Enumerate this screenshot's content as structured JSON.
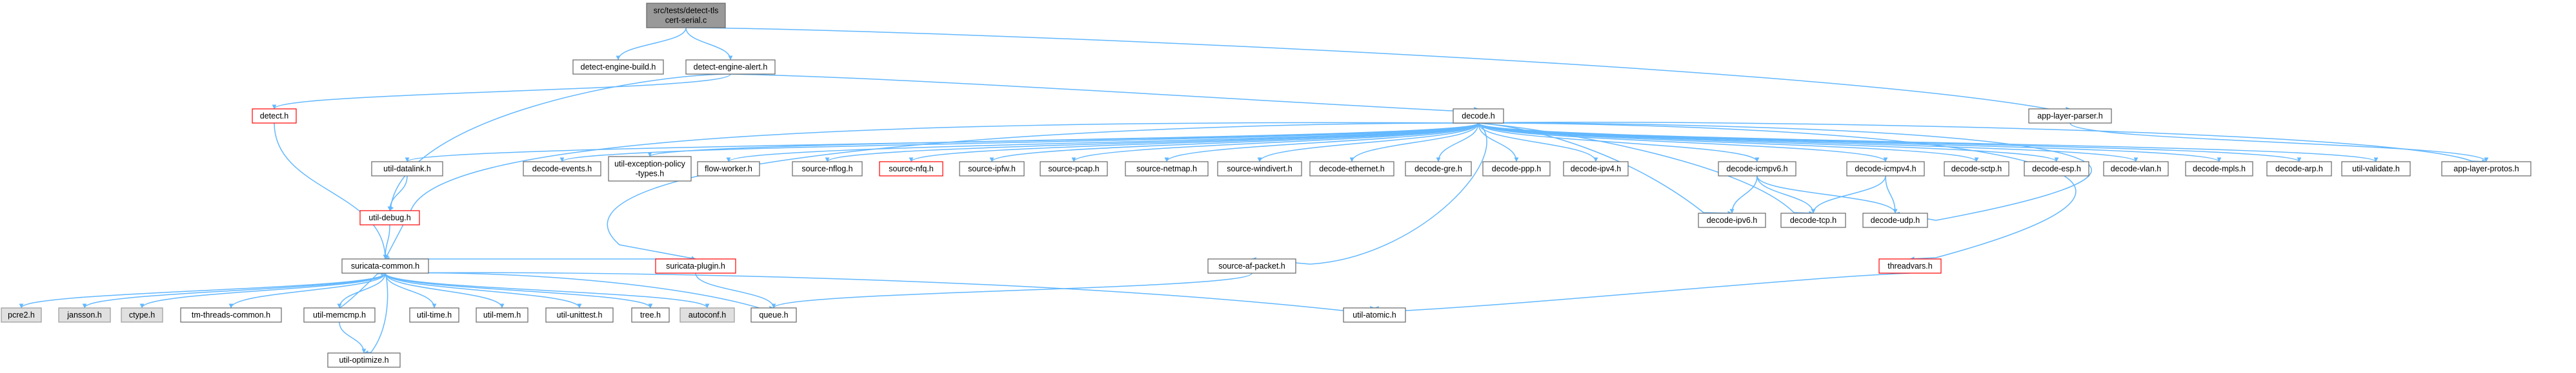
{
  "colors": {
    "edge": "#63b8ff",
    "node_border": "#666666",
    "node_fill": "#ffffff",
    "root_fill": "#999999",
    "external_fill": "#e0e0e0",
    "external_border": "#999999",
    "incomplete_border": "#ff0000"
  },
  "nodes": [
    {
      "id": "root",
      "label": [
        "src/tests/detect-tls",
        "cert-serial.c"
      ],
      "kind": "root"
    },
    {
      "id": "detect-engine-build",
      "label": [
        "detect-engine-build.h"
      ],
      "kind": "normal"
    },
    {
      "id": "detect-engine-alert",
      "label": [
        "detect-engine-alert.h"
      ],
      "kind": "normal"
    },
    {
      "id": "app-layer-parser",
      "label": [
        "app-layer-parser.h"
      ],
      "kind": "normal"
    },
    {
      "id": "detect",
      "label": [
        "detect.h"
      ],
      "kind": "incomplete"
    },
    {
      "id": "decode",
      "label": [
        "decode.h"
      ],
      "kind": "normal"
    },
    {
      "id": "util-datalink",
      "label": [
        "util-datalink.h"
      ],
      "kind": "normal"
    },
    {
      "id": "decode-events",
      "label": [
        "decode-events.h"
      ],
      "kind": "normal"
    },
    {
      "id": "util-exception-policy-types",
      "label": [
        "util-exception-policy",
        "-types.h"
      ],
      "kind": "normal"
    },
    {
      "id": "flow-worker",
      "label": [
        "flow-worker.h"
      ],
      "kind": "normal"
    },
    {
      "id": "source-nflog",
      "label": [
        "source-nflog.h"
      ],
      "kind": "normal"
    },
    {
      "id": "source-nfq",
      "label": [
        "source-nfq.h"
      ],
      "kind": "incomplete"
    },
    {
      "id": "source-ipfw",
      "label": [
        "source-ipfw.h"
      ],
      "kind": "normal"
    },
    {
      "id": "source-pcap",
      "label": [
        "source-pcap.h"
      ],
      "kind": "normal"
    },
    {
      "id": "source-netmap",
      "label": [
        "source-netmap.h"
      ],
      "kind": "normal"
    },
    {
      "id": "source-windivert",
      "label": [
        "source-windivert.h"
      ],
      "kind": "normal"
    },
    {
      "id": "decode-ethernet",
      "label": [
        "decode-ethernet.h"
      ],
      "kind": "normal"
    },
    {
      "id": "decode-gre",
      "label": [
        "decode-gre.h"
      ],
      "kind": "normal"
    },
    {
      "id": "decode-ppp",
      "label": [
        "decode-ppp.h"
      ],
      "kind": "normal"
    },
    {
      "id": "decode-ipv4",
      "label": [
        "decode-ipv4.h"
      ],
      "kind": "normal"
    },
    {
      "id": "decode-icmpv6",
      "label": [
        "decode-icmpv6.h"
      ],
      "kind": "normal"
    },
    {
      "id": "decode-icmpv4",
      "label": [
        "decode-icmpv4.h"
      ],
      "kind": "normal"
    },
    {
      "id": "decode-sctp",
      "label": [
        "decode-sctp.h"
      ],
      "kind": "normal"
    },
    {
      "id": "decode-esp",
      "label": [
        "decode-esp.h"
      ],
      "kind": "normal"
    },
    {
      "id": "decode-vlan",
      "label": [
        "decode-vlan.h"
      ],
      "kind": "normal"
    },
    {
      "id": "decode-mpls",
      "label": [
        "decode-mpls.h"
      ],
      "kind": "normal"
    },
    {
      "id": "decode-arp",
      "label": [
        "decode-arp.h"
      ],
      "kind": "normal"
    },
    {
      "id": "util-validate",
      "label": [
        "util-validate.h"
      ],
      "kind": "normal"
    },
    {
      "id": "app-layer-protos",
      "label": [
        "app-layer-protos.h"
      ],
      "kind": "normal"
    },
    {
      "id": "util-debug",
      "label": [
        "util-debug.h"
      ],
      "kind": "incomplete"
    },
    {
      "id": "decode-ipv6",
      "label": [
        "decode-ipv6.h"
      ],
      "kind": "normal"
    },
    {
      "id": "decode-tcp",
      "label": [
        "decode-tcp.h"
      ],
      "kind": "normal"
    },
    {
      "id": "decode-udp",
      "label": [
        "decode-udp.h"
      ],
      "kind": "normal"
    },
    {
      "id": "suricata-common",
      "label": [
        "suricata-common.h"
      ],
      "kind": "normal"
    },
    {
      "id": "suricata-plugin",
      "label": [
        "suricata-plugin.h"
      ],
      "kind": "incomplete"
    },
    {
      "id": "source-af-packet",
      "label": [
        "source-af-packet.h"
      ],
      "kind": "normal"
    },
    {
      "id": "threadvars",
      "label": [
        "threadvars.h"
      ],
      "kind": "incomplete"
    },
    {
      "id": "pcre2",
      "label": [
        "pcre2.h"
      ],
      "kind": "external"
    },
    {
      "id": "jansson",
      "label": [
        "jansson.h"
      ],
      "kind": "external"
    },
    {
      "id": "ctype",
      "label": [
        "ctype.h"
      ],
      "kind": "external"
    },
    {
      "id": "tm-threads-common",
      "label": [
        "tm-threads-common.h"
      ],
      "kind": "normal"
    },
    {
      "id": "util-memcmp",
      "label": [
        "util-memcmp.h"
      ],
      "kind": "normal"
    },
    {
      "id": "util-time",
      "label": [
        "util-time.h"
      ],
      "kind": "normal"
    },
    {
      "id": "util-mem",
      "label": [
        "util-mem.h"
      ],
      "kind": "normal"
    },
    {
      "id": "util-unittest",
      "label": [
        "util-unittest.h"
      ],
      "kind": "normal"
    },
    {
      "id": "tree",
      "label": [
        "tree.h"
      ],
      "kind": "normal"
    },
    {
      "id": "autoconf",
      "label": [
        "autoconf.h"
      ],
      "kind": "external"
    },
    {
      "id": "queue",
      "label": [
        "queue.h"
      ],
      "kind": "normal"
    },
    {
      "id": "util-atomic",
      "label": [
        "util-atomic.h"
      ],
      "kind": "normal"
    },
    {
      "id": "util-optimize",
      "label": [
        "util-optimize.h"
      ],
      "kind": "normal"
    }
  ],
  "edges": [
    [
      "root",
      "detect-engine-build"
    ],
    [
      "root",
      "detect-engine-alert"
    ],
    [
      "root",
      "app-layer-parser"
    ],
    [
      "detect-engine-alert",
      "detect"
    ],
    [
      "detect-engine-alert",
      "decode"
    ],
    [
      "detect-engine-alert",
      "util-debug"
    ],
    [
      "app-layer-parser",
      "app-layer-protos"
    ],
    [
      "detect",
      "suricata-common"
    ],
    [
      "decode",
      "util-datalink"
    ],
    [
      "decode",
      "decode-events"
    ],
    [
      "decode",
      "util-exception-policy-types"
    ],
    [
      "decode",
      "flow-worker"
    ],
    [
      "decode",
      "source-nflog"
    ],
    [
      "decode",
      "source-nfq"
    ],
    [
      "decode",
      "source-ipfw"
    ],
    [
      "decode",
      "source-pcap"
    ],
    [
      "decode",
      "source-netmap"
    ],
    [
      "decode",
      "source-windivert"
    ],
    [
      "decode",
      "decode-ethernet"
    ],
    [
      "decode",
      "decode-gre"
    ],
    [
      "decode",
      "decode-ppp"
    ],
    [
      "decode",
      "decode-ipv4"
    ],
    [
      "decode",
      "decode-icmpv6"
    ],
    [
      "decode",
      "decode-icmpv4"
    ],
    [
      "decode",
      "decode-sctp"
    ],
    [
      "decode",
      "decode-esp"
    ],
    [
      "decode",
      "decode-vlan"
    ],
    [
      "decode",
      "decode-mpls"
    ],
    [
      "decode",
      "decode-arp"
    ],
    [
      "decode",
      "util-validate"
    ],
    [
      "decode",
      "app-layer-protos"
    ],
    [
      "decode",
      "decode-ipv6"
    ],
    [
      "decode",
      "decode-tcp"
    ],
    [
      "decode",
      "decode-udp"
    ],
    [
      "decode",
      "suricata-common"
    ],
    [
      "decode",
      "suricata-plugin"
    ],
    [
      "decode",
      "source-af-packet"
    ],
    [
      "decode",
      "threadvars"
    ],
    [
      "util-datalink",
      "util-debug"
    ],
    [
      "decode-icmpv6",
      "decode-ipv6"
    ],
    [
      "decode-icmpv6",
      "decode-tcp"
    ],
    [
      "decode-icmpv6",
      "decode-udp"
    ],
    [
      "decode-icmpv4",
      "decode-tcp"
    ],
    [
      "decode-icmpv4",
      "decode-udp"
    ],
    [
      "util-debug",
      "suricata-common"
    ],
    [
      "suricata-plugin",
      "suricata-common"
    ],
    [
      "suricata-plugin",
      "queue"
    ],
    [
      "source-af-packet",
      "queue"
    ],
    [
      "threadvars",
      "util-atomic"
    ],
    [
      "suricata-common",
      "pcre2"
    ],
    [
      "suricata-common",
      "jansson"
    ],
    [
      "suricata-common",
      "ctype"
    ],
    [
      "suricata-common",
      "tm-threads-common"
    ],
    [
      "suricata-common",
      "util-memcmp"
    ],
    [
      "suricata-common",
      "util-optimize"
    ],
    [
      "suricata-common",
      "util-time"
    ],
    [
      "suricata-common",
      "util-mem"
    ],
    [
      "suricata-common",
      "util-unittest"
    ],
    [
      "suricata-common",
      "tree"
    ],
    [
      "suricata-common",
      "autoconf"
    ],
    [
      "suricata-common",
      "queue"
    ],
    [
      "suricata-common",
      "util-atomic"
    ],
    [
      "util-memcmp",
      "suricata-common"
    ],
    [
      "util-memcmp",
      "util-optimize"
    ]
  ]
}
